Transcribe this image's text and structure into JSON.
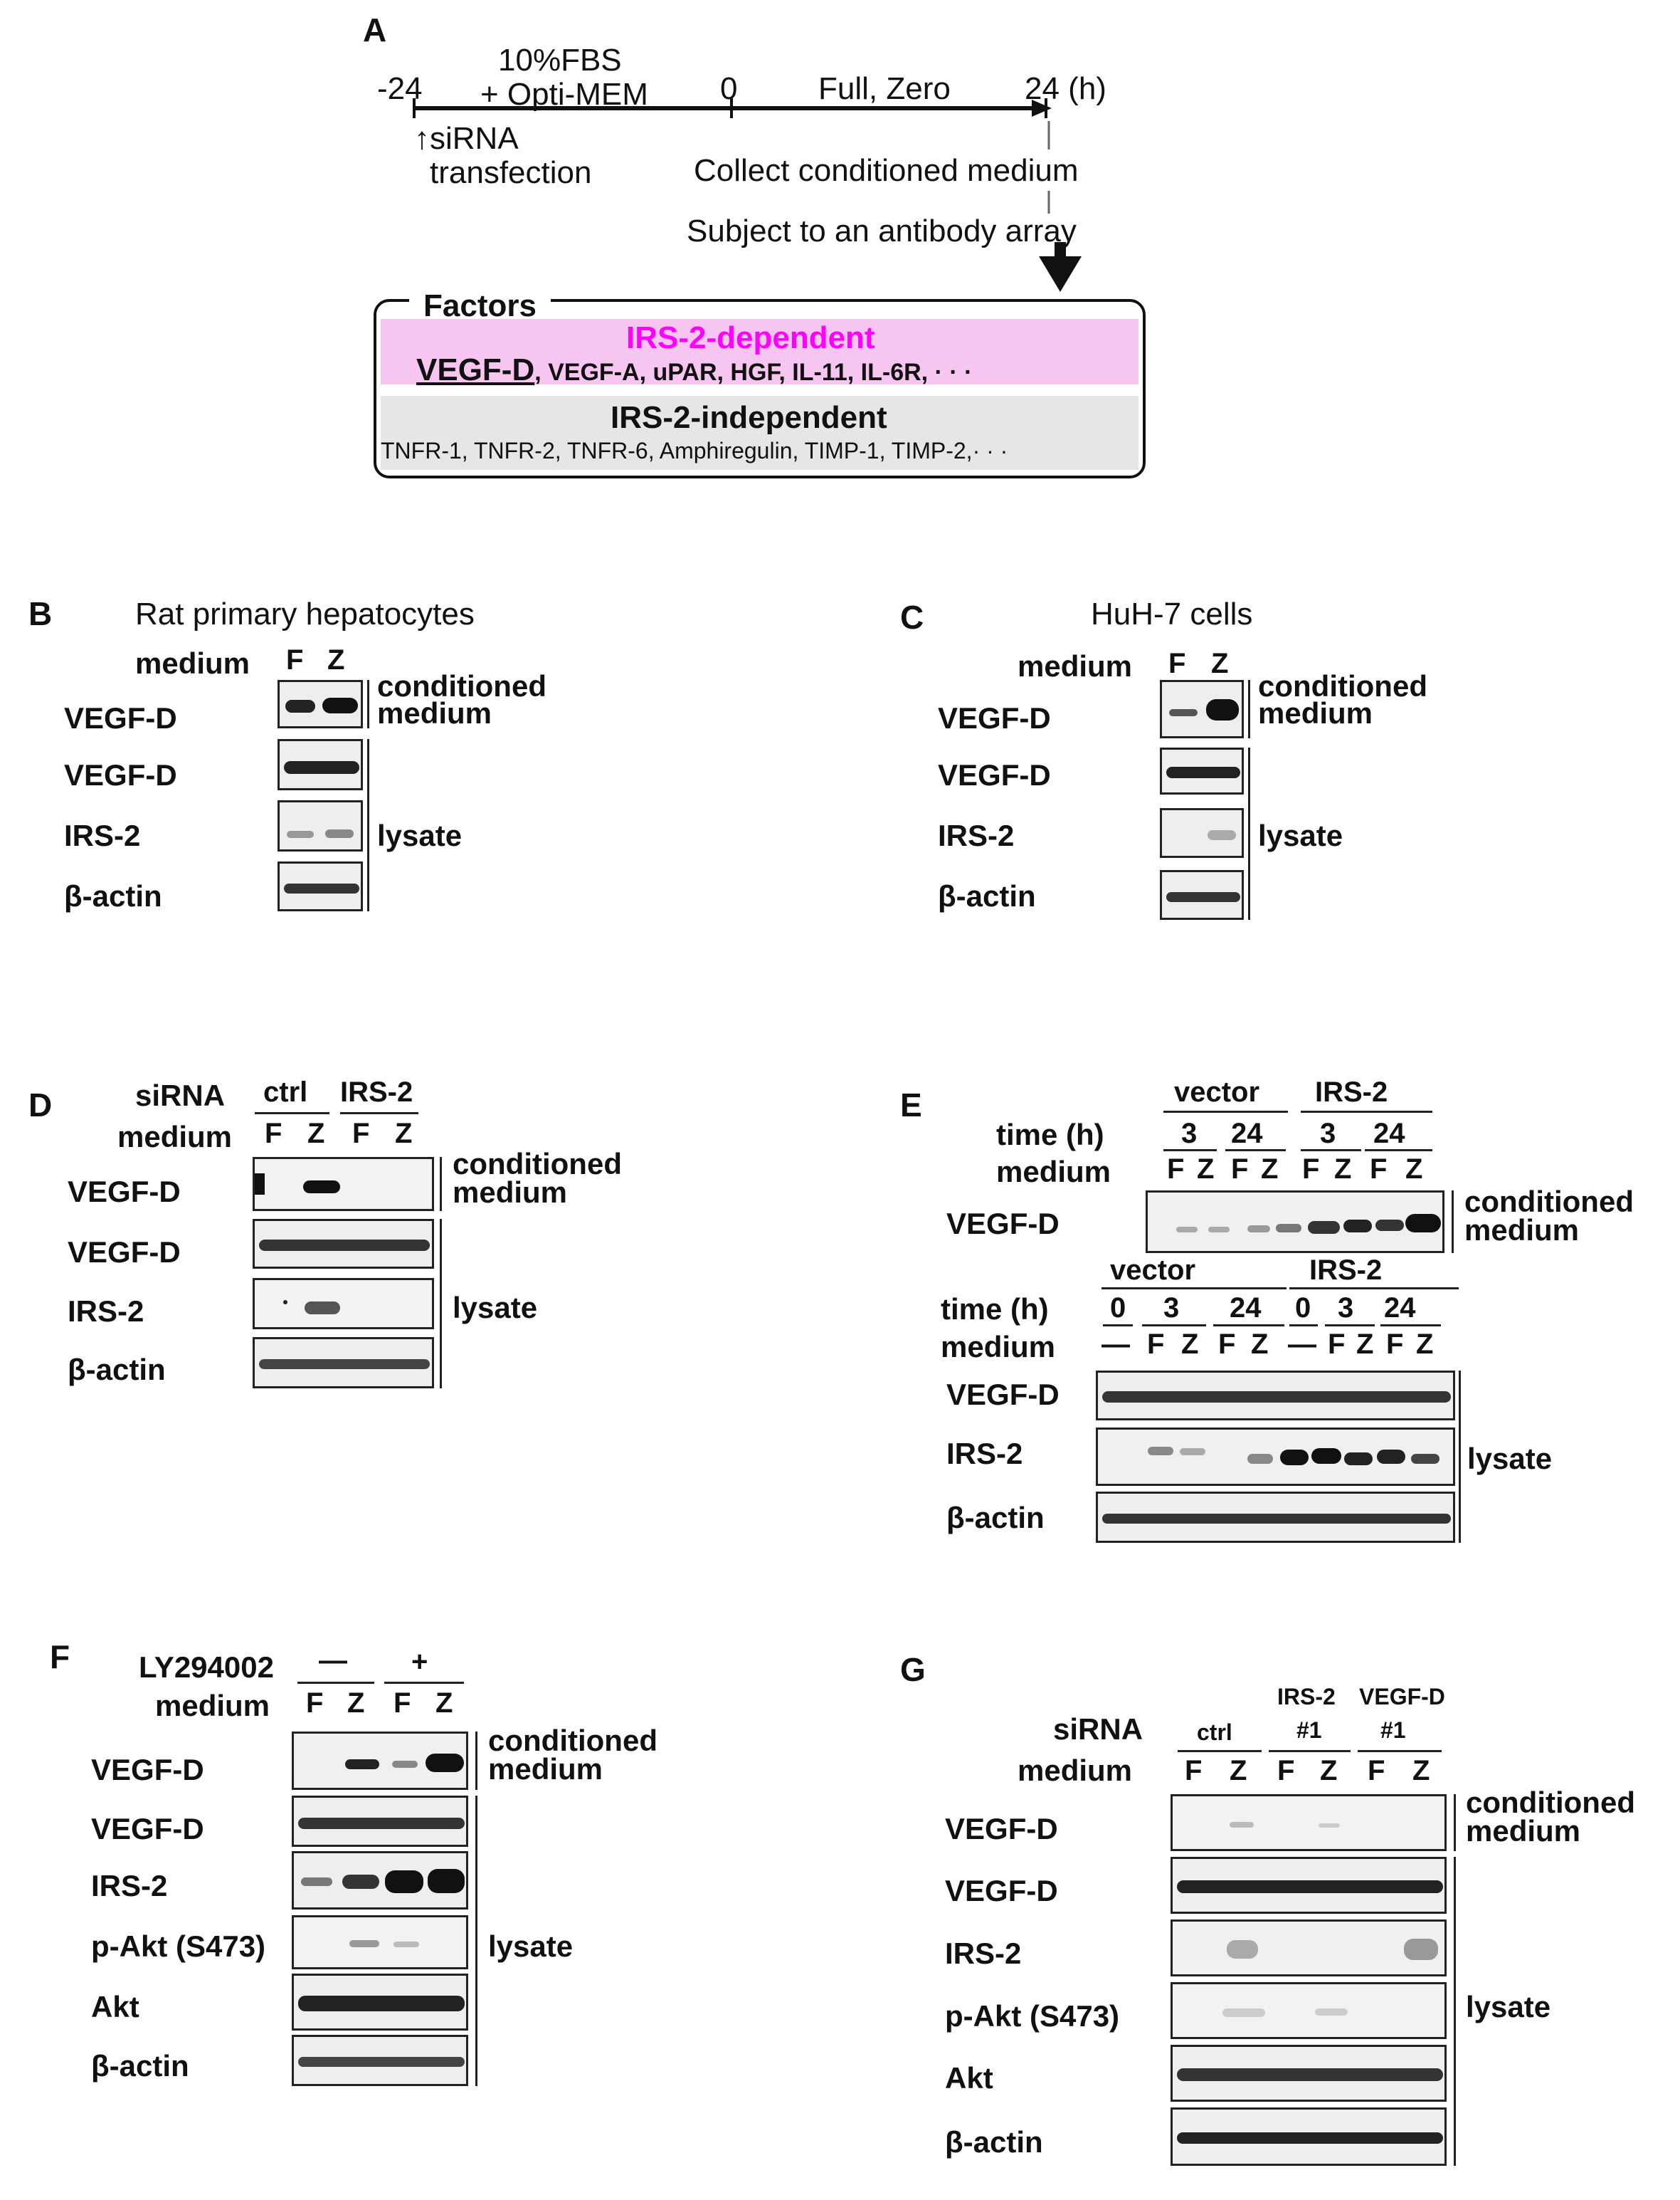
{
  "panels": {
    "A": {
      "label": "A",
      "t_start": "-24",
      "t_zero": "0",
      "t_end": "24 (h)",
      "medium_pre_1": "10%FBS",
      "medium_pre_2": "+ Opti-MEM",
      "medium_post": "Full, Zero",
      "transfection_1": "↑siRNA",
      "transfection_2": "transfection",
      "step1": "Collect conditioned medium",
      "step2": "Subject to an antibody array",
      "box_title": "Factors",
      "dep_title": "IRS-2-dependent",
      "dep_first": "VEGF-D",
      "dep_rest": ", VEGF-A, uPAR, HGF, IL-11, IL-6R, · · ·",
      "indep_title": "IRS-2-independent",
      "indep_list": "TNFR-1, TNFR-2, TNFR-6,  Amphiregulin, TIMP-1, TIMP-2,· · ·",
      "colors": {
        "dep_text": "#ff00ff",
        "dep_bg": "#f7c6f0",
        "indep_bg": "#e6e6e6"
      }
    },
    "B": {
      "label": "B",
      "title": "Rat primary hepatocytes",
      "medium": "medium",
      "lanes": [
        "F",
        "Z"
      ],
      "rows": [
        "VEGF-D",
        "VEGF-D",
        "IRS-2",
        "β-actin"
      ],
      "cond_1": "conditioned",
      "cond_2": "medium",
      "lysate": "lysate"
    },
    "C": {
      "label": "C",
      "title": "HuH-7 cells",
      "medium": "medium",
      "lanes": [
        "F",
        "Z"
      ],
      "rows": [
        "VEGF-D",
        "VEGF-D",
        "IRS-2",
        "β-actin"
      ],
      "cond_1": "conditioned",
      "cond_2": "medium",
      "lysate": "lysate"
    },
    "D": {
      "label": "D",
      "sirna": "siRNA",
      "medium": "medium",
      "groups": [
        "ctrl",
        "IRS-2"
      ],
      "lanes": [
        "F",
        "Z",
        "F",
        "Z"
      ],
      "rows": [
        "VEGF-D",
        "VEGF-D",
        "IRS-2",
        "β-actin"
      ],
      "cond_1": "conditioned",
      "cond_2": "medium",
      "lysate": "lysate"
    },
    "E": {
      "label": "E",
      "top": {
        "groups": [
          "vector",
          "IRS-2"
        ],
        "time_label": "time (h)",
        "times": [
          "3",
          "24",
          "3",
          "24"
        ],
        "medium": "medium",
        "lanes": [
          "F",
          "Z",
          "F",
          "Z",
          "F",
          "Z",
          "F",
          "Z"
        ],
        "row": "VEGF-D"
      },
      "bottom": {
        "groups": [
          "vector",
          "IRS-2"
        ],
        "time_label": "time (h)",
        "times": [
          "0",
          "3",
          "24",
          "0",
          "3",
          "24"
        ],
        "medium": "medium",
        "lanes": [
          "—",
          "F",
          "Z",
          "F",
          "Z",
          "—",
          "F",
          "Z",
          "F",
          "Z"
        ],
        "rows": [
          "VEGF-D",
          "IRS-2",
          "β-actin"
        ]
      },
      "cond_1": "conditioned",
      "cond_2": "medium",
      "lysate": "lysate"
    },
    "F": {
      "label": "F",
      "drug": "LY294002",
      "drug_states": [
        "—",
        "+"
      ],
      "medium": "medium",
      "lanes": [
        "F",
        "Z",
        "F",
        "Z"
      ],
      "rows": [
        "VEGF-D",
        "VEGF-D",
        "IRS-2",
        "p-Akt (S473)",
        "Akt",
        "β-actin"
      ],
      "cond_1": "conditioned",
      "cond_2": "medium",
      "lysate": "lysate"
    },
    "G": {
      "label": "G",
      "sirna": "siRNA",
      "medium": "medium",
      "groups": [
        {
          "l1": "",
          "l2": "ctrl"
        },
        {
          "l1": "IRS-2",
          "l2": "#1"
        },
        {
          "l1": "VEGF-D",
          "l2": "#1"
        }
      ],
      "lanes": [
        "F",
        "Z",
        "F",
        "Z",
        "F",
        "Z"
      ],
      "rows": [
        "VEGF-D",
        "VEGF-D",
        "IRS-2",
        "p-Akt (S473)",
        "Akt",
        "β-actin"
      ],
      "cond_1": "conditioned",
      "cond_2": "medium",
      "lysate": "lysate"
    }
  }
}
